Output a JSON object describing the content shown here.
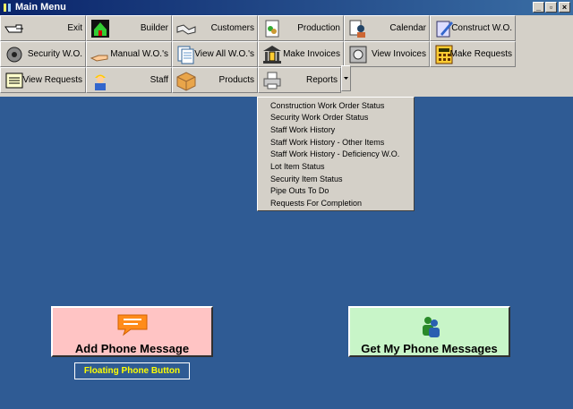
{
  "window": {
    "title": "Main Menu",
    "minimize": "_",
    "maximize": "▫",
    "close": "×"
  },
  "toolbar": {
    "row1": [
      "Exit",
      "Builder",
      "Customers",
      "Production",
      "Calendar",
      "Construct W.O."
    ],
    "row2": [
      "Security W.O.",
      "Manual W.O.'s",
      "View All W.O.'s",
      "Make Invoices",
      "View Invoices",
      "Make Requests"
    ],
    "row3": [
      "View Requests",
      "Staff",
      "Products",
      "Reports"
    ]
  },
  "reports_menu": [
    "Construction Work Order Status",
    "Security Work Order Status",
    "Staff Work History",
    "Staff Work History - Other Items",
    "Staff Work History - Deficiency W.O.",
    "Lot Item Status",
    "Security Item Status",
    "Pipe Outs To Do",
    "Requests For Completion"
  ],
  "buttons": {
    "add_phone_message": "Add Phone Message",
    "get_phone_messages": "Get My Phone Messages",
    "floating_phone": "Floating Phone Button"
  },
  "colors": {
    "background": "#2f5b94",
    "add_btn": "#ffc4c4",
    "get_btn": "#c8f5c8",
    "floating_text": "#ffff00"
  }
}
